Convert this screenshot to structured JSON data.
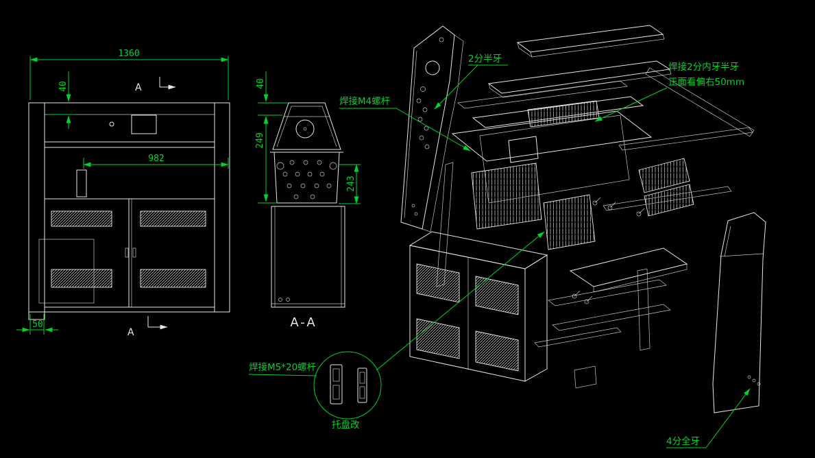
{
  "theme": {
    "background": "#000000",
    "line_white": "#e8e8e8",
    "accent_green": "#00d42a",
    "hatch_gray": "#c2c2c2"
  },
  "front_view": {
    "dim_width": "1360",
    "dim_top_offset": "40",
    "dim_inner_width": "982",
    "dim_foot": "50",
    "section_mark_top": "A",
    "section_mark_bottom": "A"
  },
  "section_view": {
    "label": "A-A",
    "dim_top_offset": "40",
    "dim_left_height": "249",
    "dim_right_height": "243"
  },
  "callouts": {
    "thread_2fen_half": "2分半牙",
    "weld_m4_rod": "焊接M4螺杆",
    "weld_2fen_line1": "焊接2分内牙半牙",
    "weld_2fen_line2": "正面看偏右50mm",
    "weld_m5_rod": "焊接M5*20螺杆",
    "tray_note": "托盘改",
    "thread_4fen_full": "4分全牙"
  }
}
